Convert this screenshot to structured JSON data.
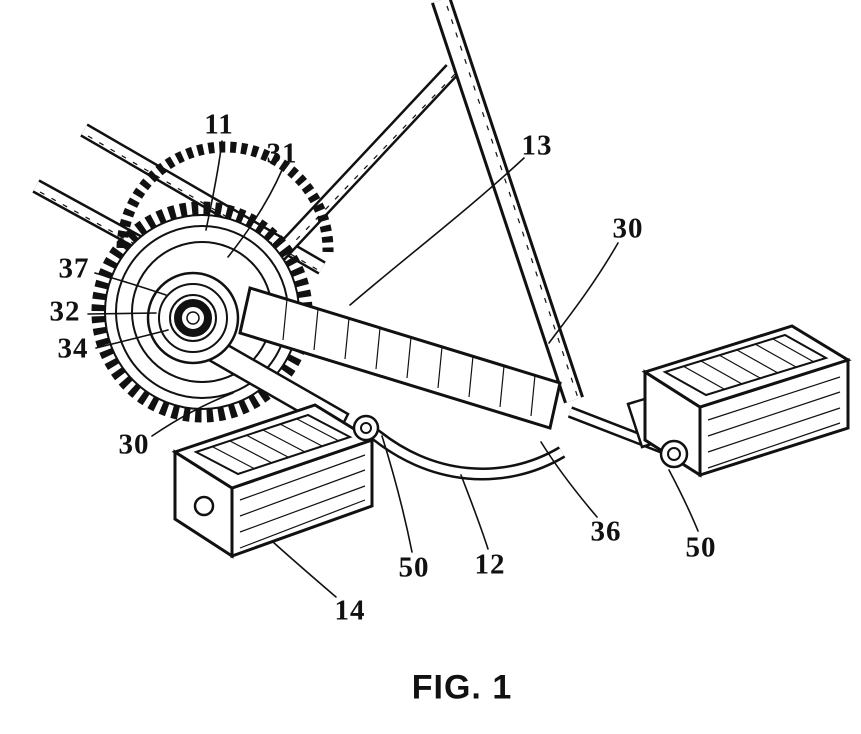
{
  "figure": {
    "caption": "FIG. 1",
    "description": "patent-style line drawing of bicycle crank, chainring and pedal linkage assembly",
    "colors": {
      "ink": "#111111",
      "paper": "#ffffff"
    },
    "labels": {
      "n11": "11",
      "n31": "31",
      "n13": "13",
      "n30a": "30",
      "n37": "37",
      "n32": "32",
      "n34": "34",
      "n30b": "30",
      "n50a": "50",
      "n12": "12",
      "n36": "36",
      "n50b": "50",
      "n14": "14"
    }
  }
}
